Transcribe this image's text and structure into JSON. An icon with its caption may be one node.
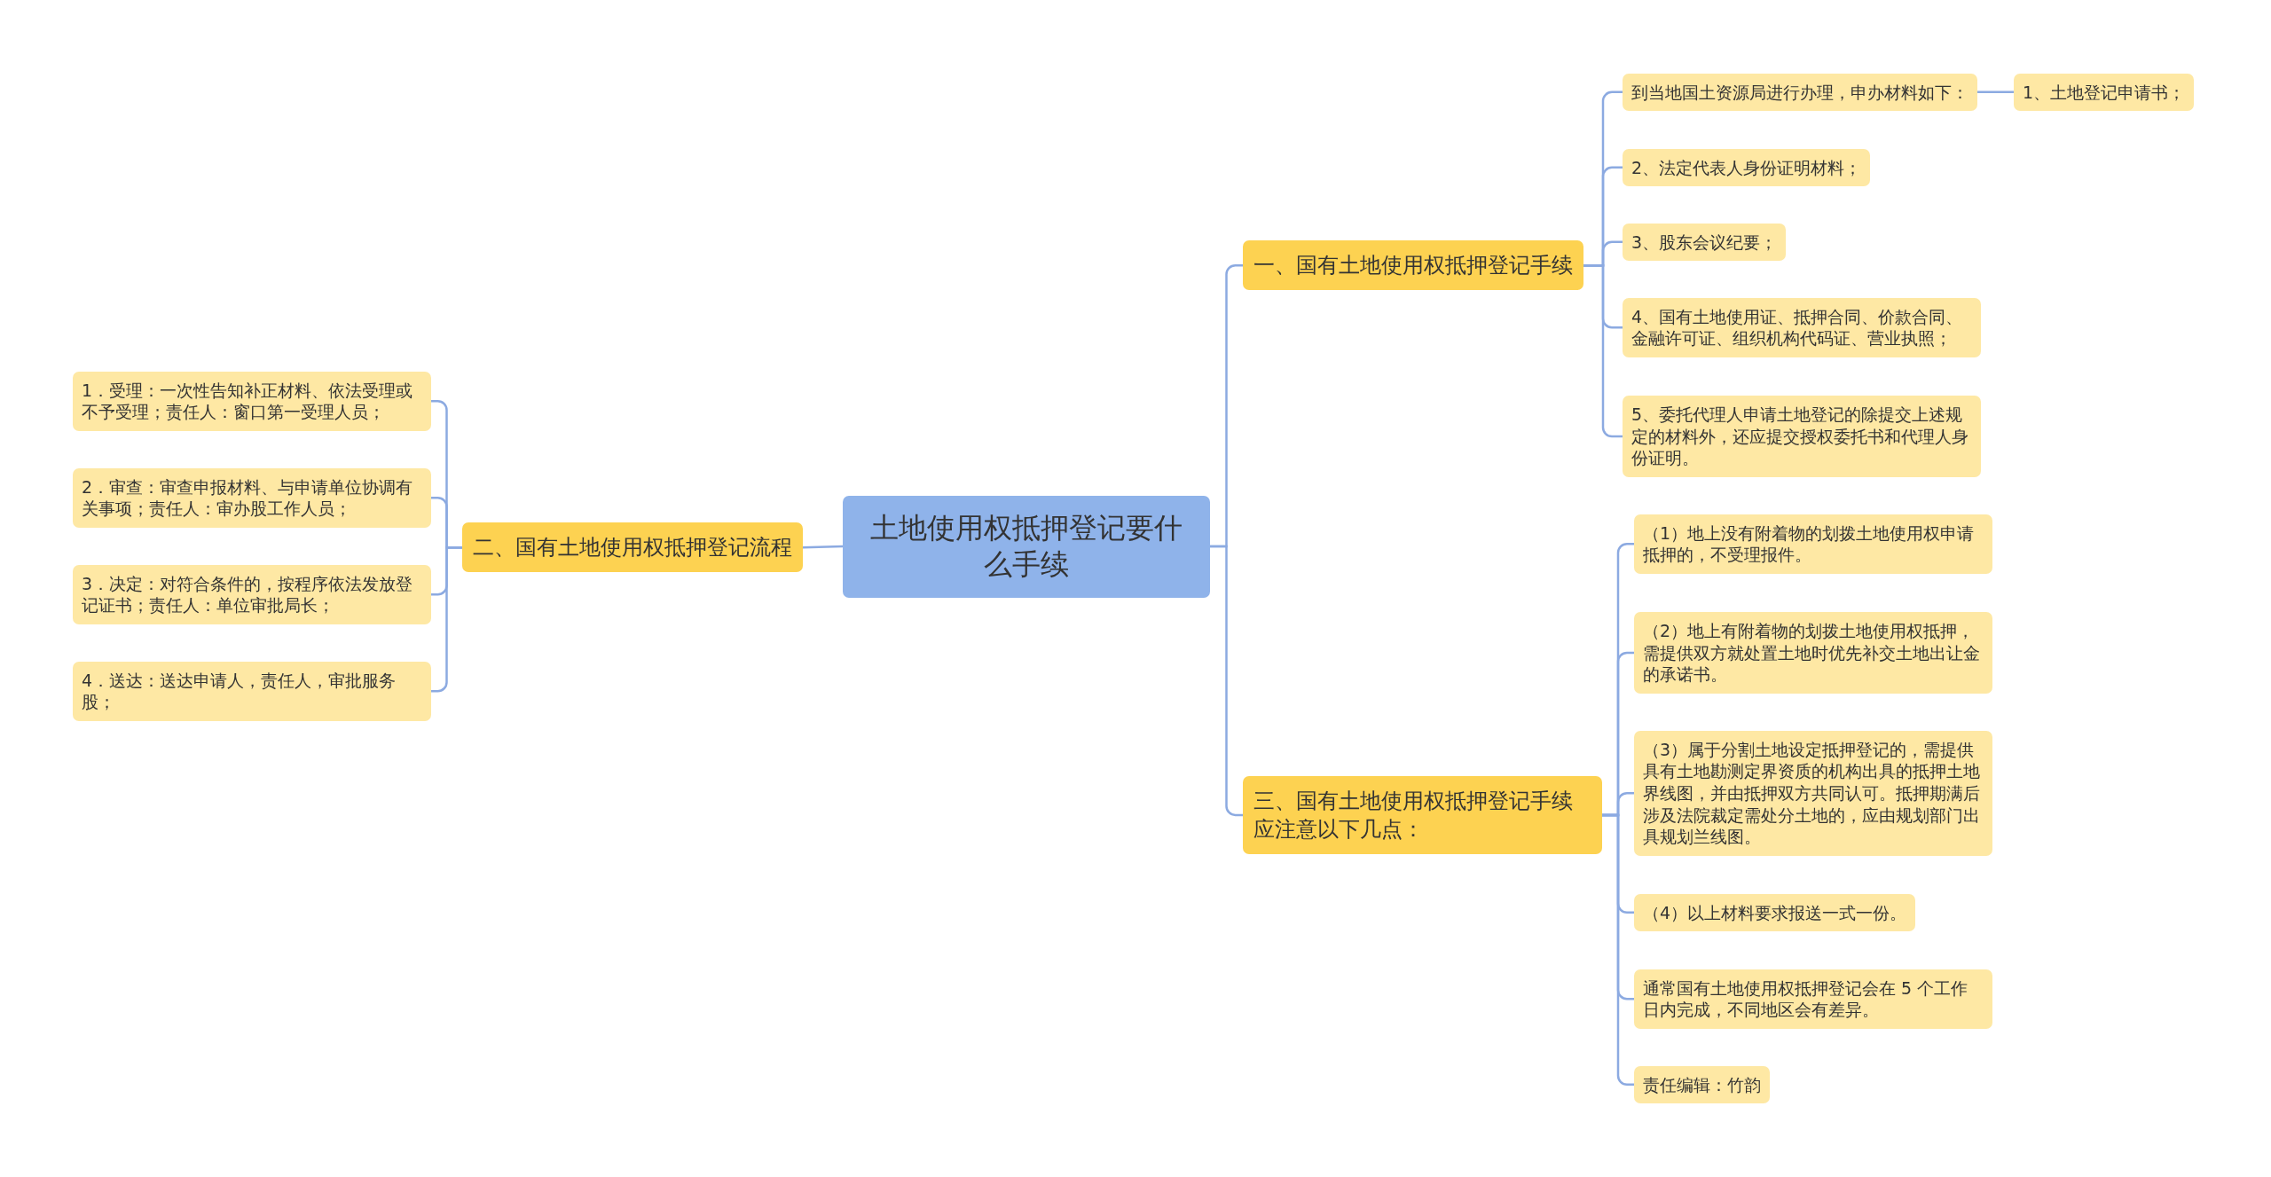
{
  "diagram": {
    "nodes": [
      {
        "text": [
          "土地使用权抵押登记要什么手续"
        ]
      },
      {
        "text": [
          "一、国有土地使用权抵押登记手续"
        ]
      },
      {
        "text": [
          "到当地国土资源局进行办理，申办材料如下："
        ]
      },
      {
        "text": [
          "1、土地登记申请书；"
        ]
      },
      {
        "text": [
          "2、法定代表人身份证明材料；"
        ]
      },
      {
        "text": [
          "3、股东会议纪要；"
        ]
      },
      {
        "text": [
          "4、国有土地使用证、抵押合同、价款合同、金融许可证、组织机构代码证、营业执照；"
        ]
      },
      {
        "text": [
          "5、委托代理人申请土地登记的除提交上述规定的材料外，还应提交授权委托书和代理人身份证明。"
        ]
      },
      {
        "text": [
          "二、国有土地使用权抵押登记流程"
        ]
      },
      {
        "text": [
          "1．受理：一次性告知补正材料、依法受理或不予受理；责任人：窗口第一受理人员；"
        ]
      },
      {
        "text": [
          "2．审查：审查申报材料、与申请单位协调有关事项；责任人：审办股工作人员；"
        ]
      },
      {
        "text": [
          "3．决定：对符合条件的，按程序依法发放登记证书；责任人：单位审批局长；"
        ]
      },
      {
        "text": [
          "4．送达：送达申请人，责任人，审批服务股；"
        ]
      },
      {
        "text": [
          "三、国有土地使用权抵押登记手续应注意以下几点："
        ]
      },
      {
        "text": [
          "（1）地上没有附着物的划拨土地使用权申请抵押的，不受理报件。"
        ]
      },
      {
        "text": [
          "（2）地上有附着物的划拨土地使用权抵押，需提供双方就处置土地时优先补交土地出让金的承诺书。"
        ]
      },
      {
        "text": [
          "（3）属于分割土地设定抵押登记的，需提供具有土地勘测定界资质的机构出具的抵押土地界线图，并由抵押双方共同认可。抵押期满后涉及法院裁定需处分土地的，应由规划部门出具规划兰线图。"
        ]
      },
      {
        "text": [
          "（4）以上材料要求报送一式一份。"
        ]
      },
      {
        "text": [
          "通常国有土地使用权抵押登记会在 5 个工作日内完成，不同地区会有差异。"
        ]
      },
      {
        "text": [
          "责任编辑：竹韵"
        ]
      }
    ],
    "edges": [
      {
        "from": 0,
        "to": 1,
        "arrow": "none"
      },
      {
        "from": 1,
        "to": 2,
        "arrow": "none"
      },
      {
        "from": 2,
        "to": 3,
        "arrow": "none"
      },
      {
        "from": 1,
        "to": 4,
        "arrow": "none"
      },
      {
        "from": 1,
        "to": 5,
        "arrow": "none"
      },
      {
        "from": 1,
        "to": 6,
        "arrow": "none"
      },
      {
        "from": 1,
        "to": 7,
        "arrow": "none"
      },
      {
        "from": 0,
        "to": 8,
        "arrow": "none"
      },
      {
        "from": 8,
        "to": 9,
        "arrow": "none"
      },
      {
        "from": 8,
        "to": 10,
        "arrow": "none"
      },
      {
        "from": 8,
        "to": 11,
        "arrow": "none"
      },
      {
        "from": 8,
        "to": 12,
        "arrow": "none"
      },
      {
        "from": 0,
        "to": 13,
        "arrow": "none"
      },
      {
        "from": 13,
        "to": 14,
        "arrow": "none"
      },
      {
        "from": 13,
        "to": 15,
        "arrow": "none"
      },
      {
        "from": 13,
        "to": 16,
        "arrow": "none"
      },
      {
        "from": 13,
        "to": 17,
        "arrow": "none"
      },
      {
        "from": 13,
        "to": 18,
        "arrow": "none"
      },
      {
        "from": 13,
        "to": 19,
        "arrow": "none"
      }
    ]
  }
}
